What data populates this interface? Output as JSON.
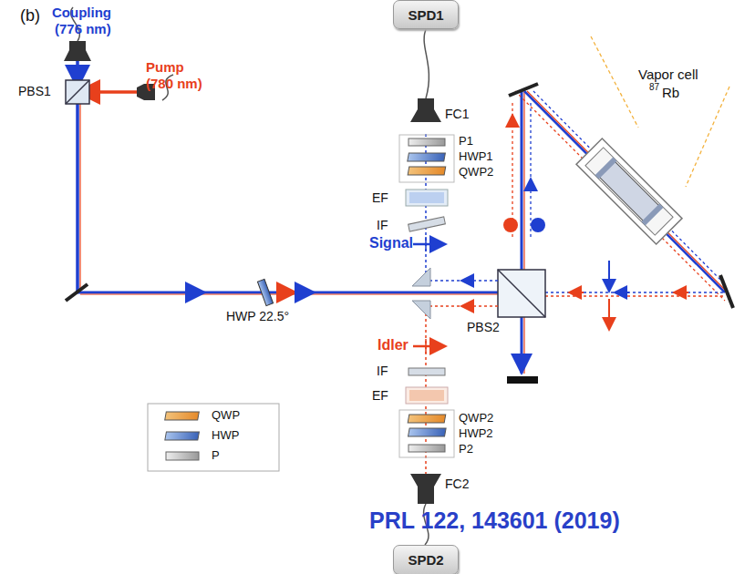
{
  "diagram": {
    "nodes": [
      {
        "text": [
          "SPD1"
        ]
      },
      {
        "text": [
          "SPD2"
        ]
      }
    ],
    "labels": [
      "(b)",
      "Coupling",
      "(776 nm)",
      "Pump",
      "(780 nm)",
      "PBS1",
      "FC1",
      "P1",
      "HWP1",
      "QWP2",
      "EF",
      "IF",
      "Signal",
      "Vapor cell",
      "87",
      "Rb",
      "HWP 22.5°",
      "PBS2",
      "Idler",
      "IF",
      "EF",
      "QWP2",
      "HWP2",
      "P2",
      "FC2",
      "PRL 122, 143601 (2019)"
    ],
    "legend": [
      {
        "text": "QWP"
      },
      {
        "text": "HWP"
      },
      {
        "text": "P"
      }
    ]
  }
}
